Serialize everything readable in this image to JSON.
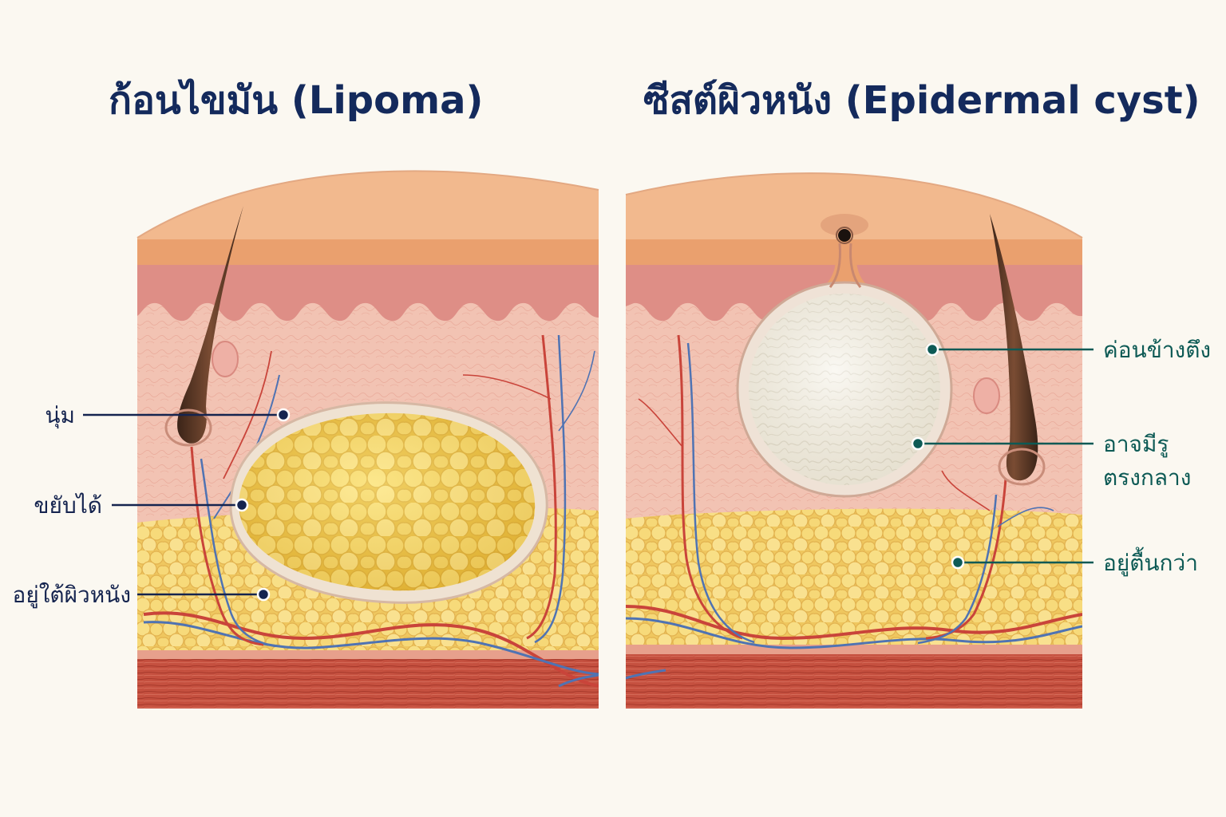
{
  "panels": {
    "lipoma": {
      "title": "ก้อนไขมัน (Lipoma)",
      "labels": {
        "soft": "นุ่ม",
        "movable": "ขยับได้",
        "under_skin": "อยู่ใต้ผิวหนัง"
      }
    },
    "cyst": {
      "title": "ซีสต์ผิวหนัง (Epidermal cyst)",
      "labels": {
        "firm": "ค่อนข้างตึง",
        "punctum_line1": "อาจมีรู",
        "punctum_line2": "ตรงกลาง",
        "shallower": "อยู่ตื้นกว่า"
      }
    }
  },
  "colors": {
    "title": "#142a5c",
    "label_left": "#15244f",
    "label_right": "#0d5a55",
    "dermis": "#f2c0b0",
    "epidermis": "#f2b98e",
    "fat": "#f5d56e",
    "lipoma": "#f8d851",
    "cyst": "#f5f1e6",
    "muscle": "#c9503e",
    "artery": "#c9443a",
    "vein": "#4f73b3"
  }
}
